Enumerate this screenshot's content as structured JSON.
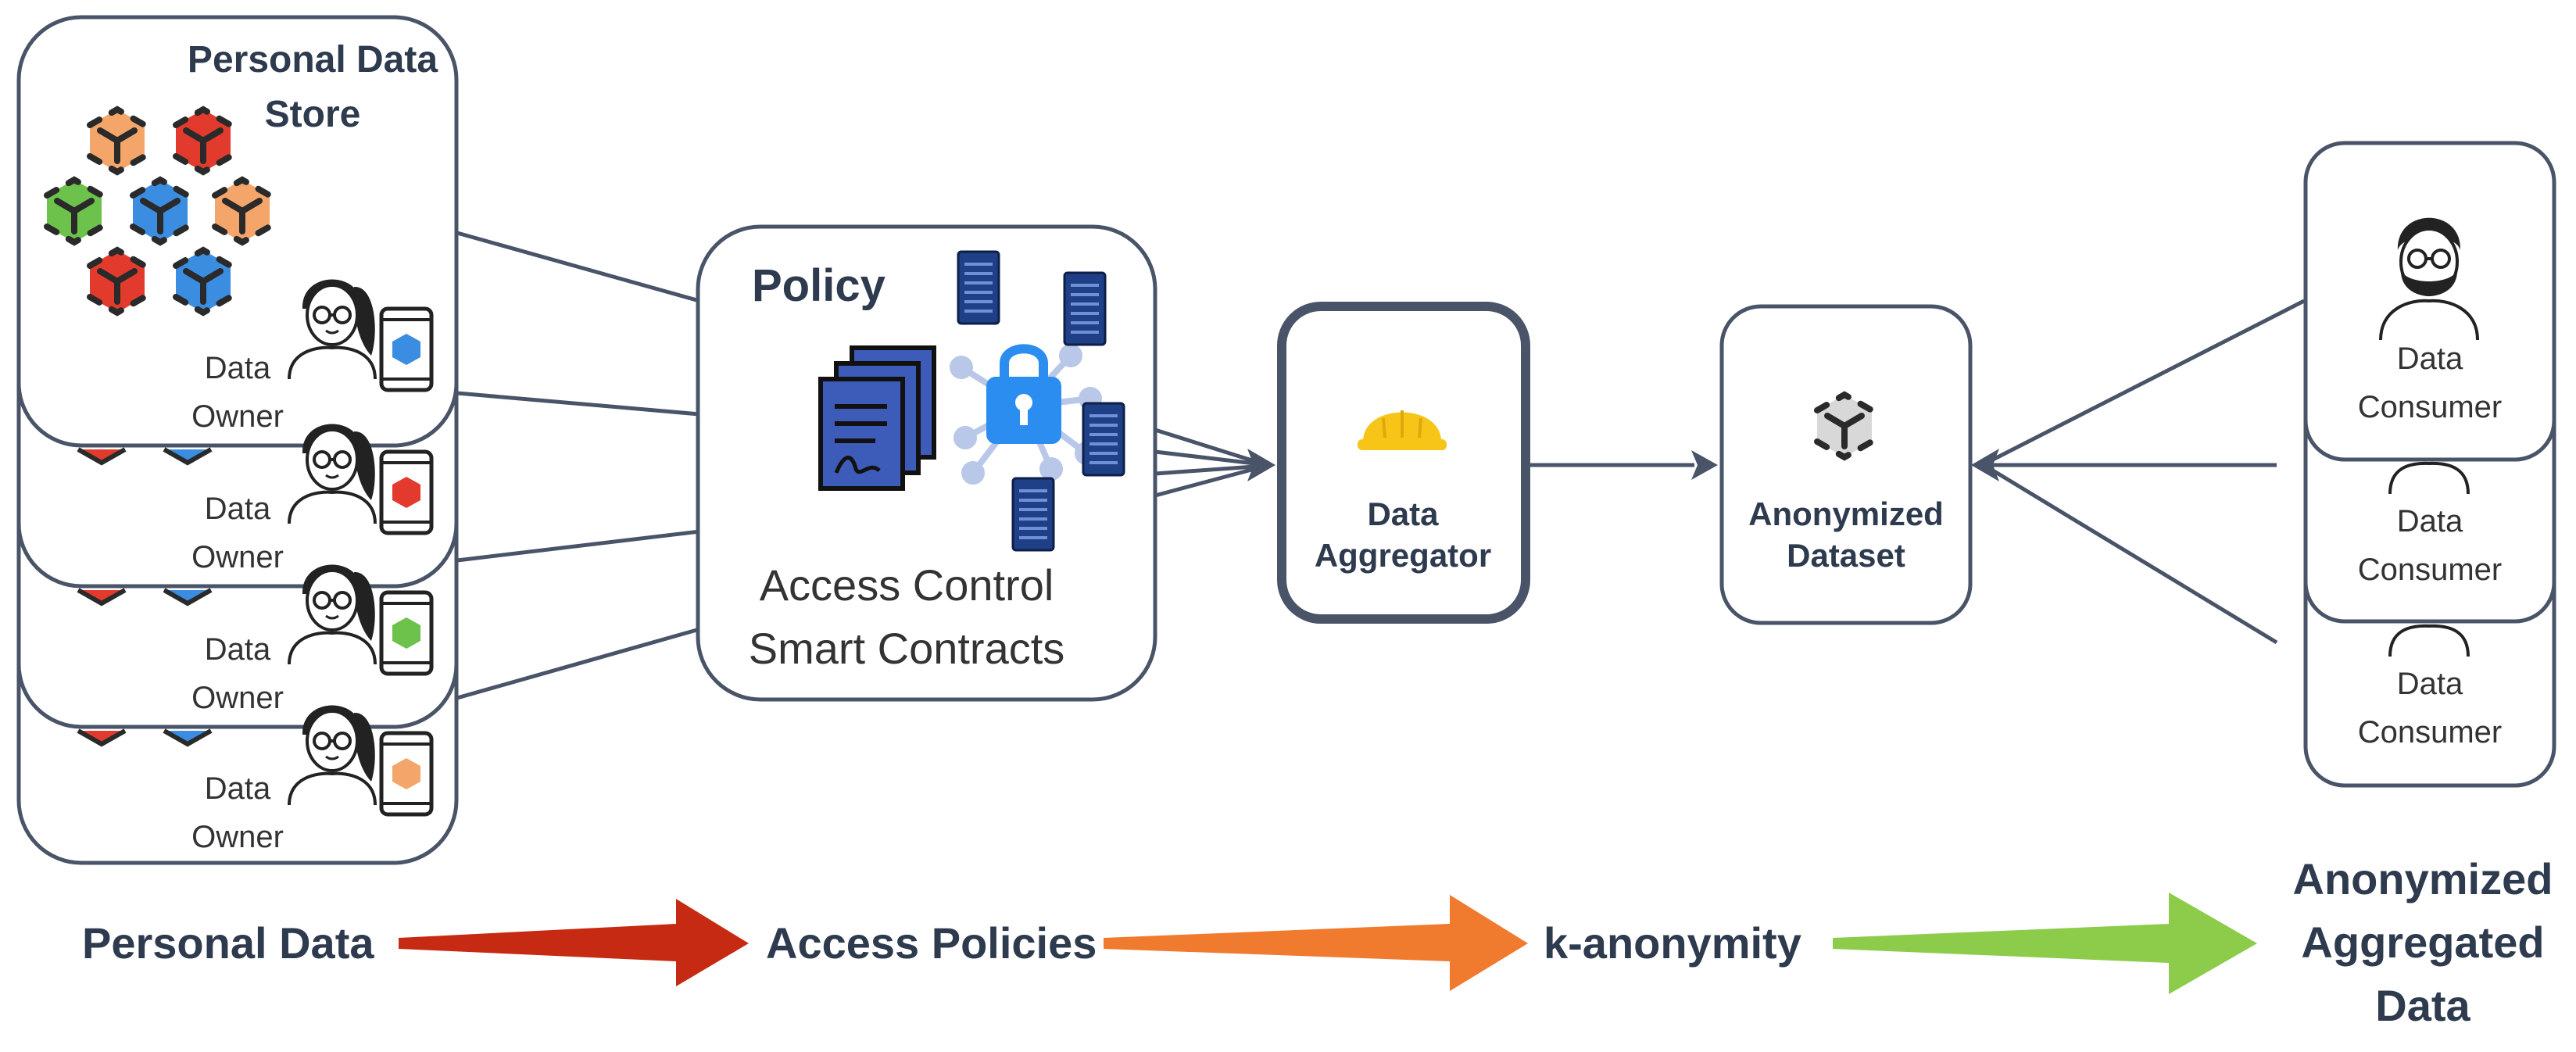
{
  "store": {
    "title_line1": "Personal Data",
    "title_line2": "Store"
  },
  "owners": [
    {
      "label1": "Data",
      "label2": "Owner",
      "cube_color": "#3a8de0"
    },
    {
      "label1": "Data",
      "label2": "Owner",
      "cube_color": "#e23b2e"
    },
    {
      "label1": "Data",
      "label2": "Owner",
      "cube_color": "#6cc24a"
    },
    {
      "label1": "Data",
      "label2": "Owner",
      "cube_color": "#f4a66a"
    }
  ],
  "policy": {
    "title": "Policy",
    "sub_line1": "Access Control",
    "sub_line2": "Smart Contracts"
  },
  "aggregator": {
    "line1": "Data",
    "line2": "Aggregator"
  },
  "dataset": {
    "line1": "Anonymized",
    "line2": "Dataset"
  },
  "consumers": [
    {
      "label1": "Data",
      "label2": "Consumer"
    },
    {
      "label1": "Data",
      "label2": "Consumer"
    },
    {
      "label1": "Data",
      "label2": "Consumer"
    }
  ],
  "flow": {
    "step1": "Personal Data",
    "step2": "Access Policies",
    "step3": "k-anonymity",
    "step4_line1": "Anonymized",
    "step4_line2": "Aggregated",
    "step4_line3": "Data"
  },
  "colors": {
    "stroke": "#4a5468",
    "cube_red": "#e23b2e",
    "cube_orange": "#f4a66a",
    "cube_blue": "#3a8de0",
    "cube_green": "#6cc24a",
    "arrow_red": "#c62a12",
    "arrow_orange": "#f07a2e",
    "arrow_green": "#8ccc4a",
    "server_navy": "#1f3f86",
    "lock_blue": "#2b8df0",
    "doc_blue": "#3d5bb8",
    "helmet": "#f7c518"
  }
}
